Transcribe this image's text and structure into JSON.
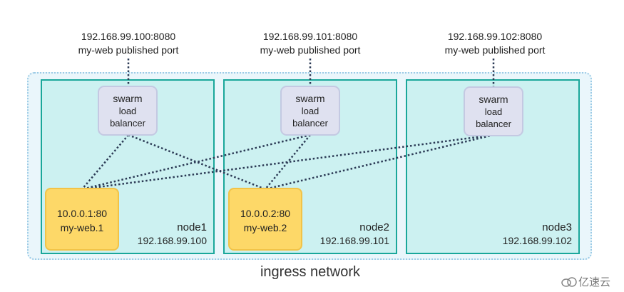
{
  "ports": [
    {
      "address": "192.168.99.100:8080",
      "caption": "my-web published port"
    },
    {
      "address": "192.168.99.101:8080",
      "caption": "my-web published port"
    },
    {
      "address": "192.168.99.102:8080",
      "caption": "my-web published port"
    }
  ],
  "load_balancers": [
    {
      "line1": "swarm",
      "line2": "load",
      "line3": "balancer"
    },
    {
      "line1": "swarm",
      "line2": "load",
      "line3": "balancer"
    },
    {
      "line1": "swarm",
      "line2": "load",
      "line3": "balancer"
    }
  ],
  "containers": [
    {
      "address": "10.0.0.1:80",
      "name": "my-web.1"
    },
    {
      "address": "10.0.0.2:80",
      "name": "my-web.2"
    }
  ],
  "nodes": [
    {
      "name": "node1",
      "ip": "192.168.99.100"
    },
    {
      "name": "node2",
      "ip": "192.168.99.101"
    },
    {
      "name": "node3",
      "ip": "192.168.99.102"
    }
  ],
  "network_label": "ingress network",
  "watermark": "亿速云",
  "colors": {
    "node_border": "#1aa79a",
    "node_fill": "#ccf1f1",
    "container_fill": "#fdd868",
    "load_balancer_fill": "#dfe1f0",
    "ingress_border": "#9ccbe6",
    "connection_line": "#2b3a55"
  }
}
